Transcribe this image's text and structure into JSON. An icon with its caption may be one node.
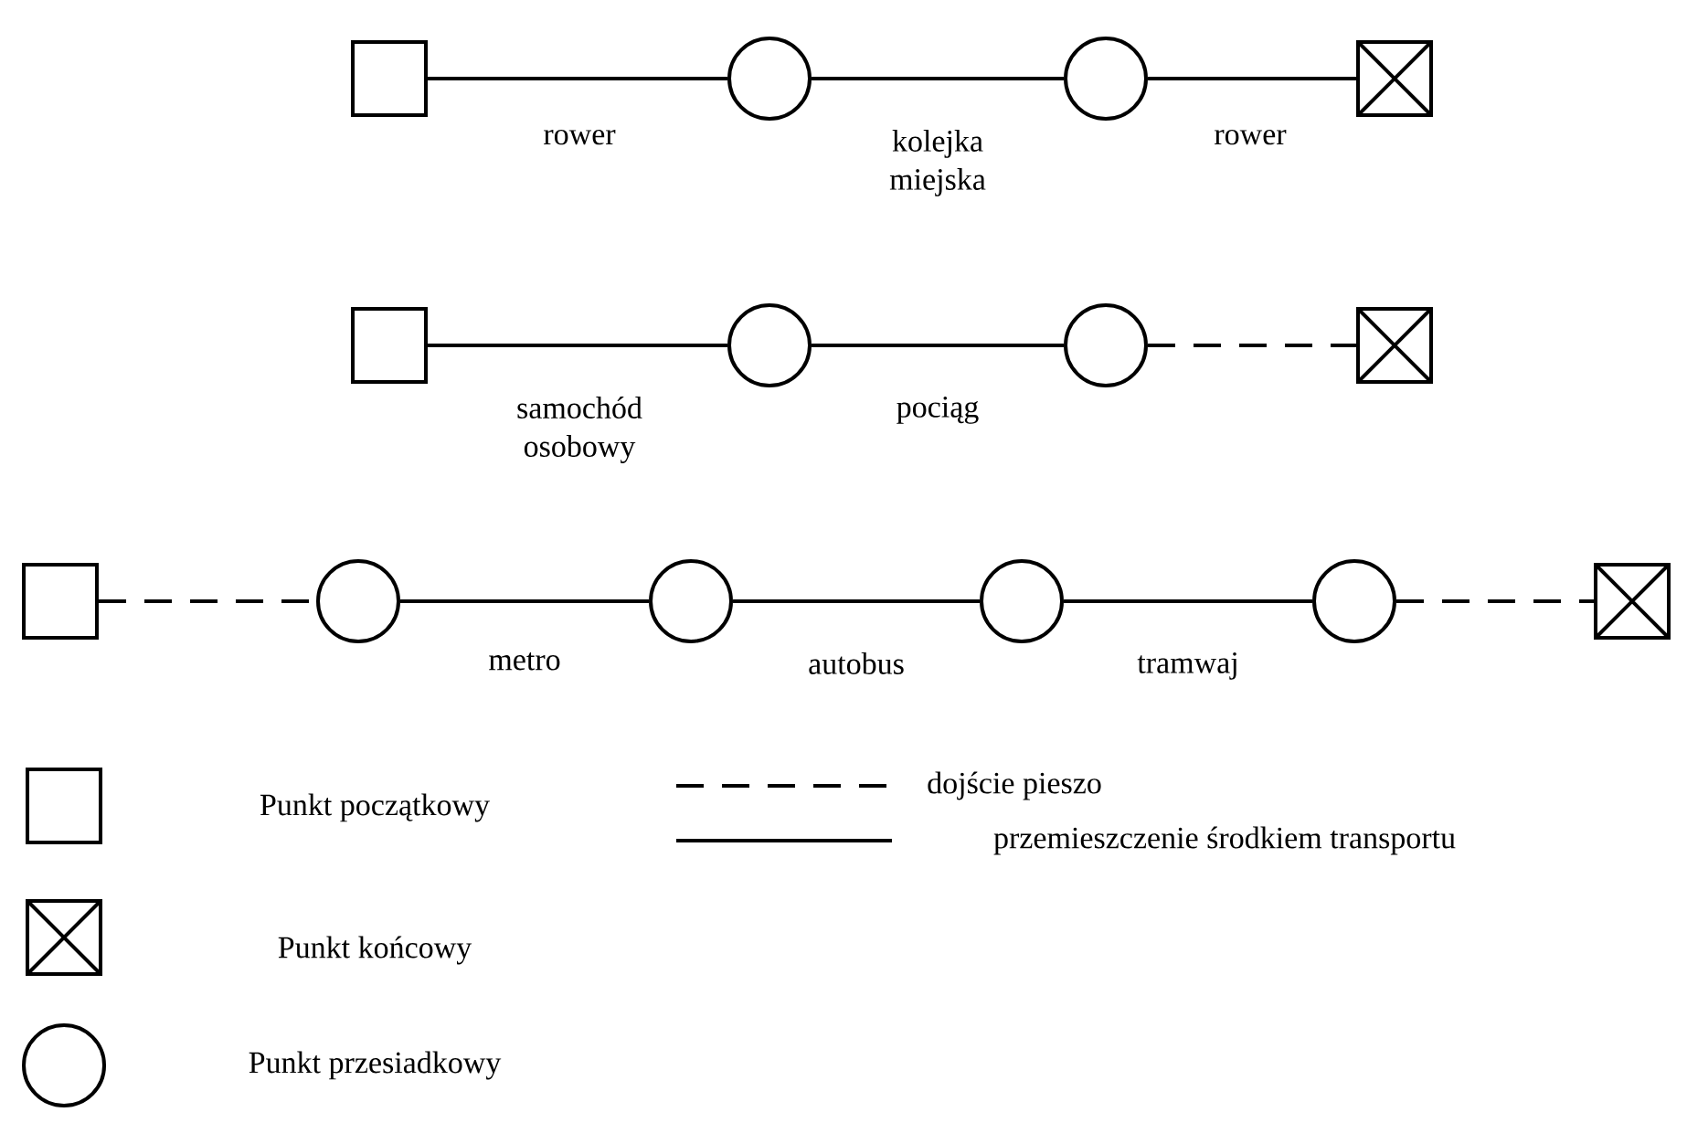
{
  "diagram": {
    "nodes": [
      {
        "text": [],
        "shape": "box"
      },
      {
        "text": [],
        "shape": "circle"
      },
      {
        "text": [],
        "shape": "circle"
      },
      {
        "text": [],
        "shape": "crossbox"
      },
      {
        "text": [],
        "shape": "box"
      },
      {
        "text": [],
        "shape": "circle"
      },
      {
        "text": [],
        "shape": "circle"
      },
      {
        "text": [],
        "shape": "crossbox"
      },
      {
        "text": [],
        "shape": "box"
      },
      {
        "text": [],
        "shape": "circle"
      },
      {
        "text": [],
        "shape": "circle"
      },
      {
        "text": [],
        "shape": "circle"
      },
      {
        "text": [],
        "shape": "circle"
      },
      {
        "text": [],
        "shape": "crossbox"
      }
    ],
    "edges": [
      {
        "from": 0,
        "to": 1,
        "arrow": "none",
        "label": "rower"
      },
      {
        "from": 1,
        "to": 2,
        "arrow": "none",
        "label": "kolejka miejska"
      },
      {
        "from": 2,
        "to": 3,
        "arrow": "none",
        "label": "rower"
      },
      {
        "from": 4,
        "to": 5,
        "arrow": "none",
        "label": "samochód osobowy"
      },
      {
        "from": 5,
        "to": 6,
        "arrow": "none",
        "label": "pociąg"
      },
      {
        "from": 6,
        "to": 7,
        "arrow": "none",
        "style": "dashed"
      },
      {
        "from": 8,
        "to": 9,
        "arrow": "none",
        "style": "dashed"
      },
      {
        "from": 9,
        "to": 10,
        "arrow": "none",
        "label": "metro"
      },
      {
        "from": 10,
        "to": 11,
        "arrow": "none",
        "label": "autobus"
      },
      {
        "from": 11,
        "to": 12,
        "arrow": "none",
        "label": "tramwaj"
      },
      {
        "from": 12,
        "to": 13,
        "arrow": "none",
        "style": "dashed"
      }
    ],
    "legend": [
      {
        "text": "Punkt początkowy"
      },
      {
        "text": "Punkt końcowy"
      },
      {
        "text": "Punkt przesiadkowy"
      },
      {
        "text": "dojście pieszo"
      },
      {
        "text": "przemieszczenie środkiem transportu"
      }
    ]
  }
}
